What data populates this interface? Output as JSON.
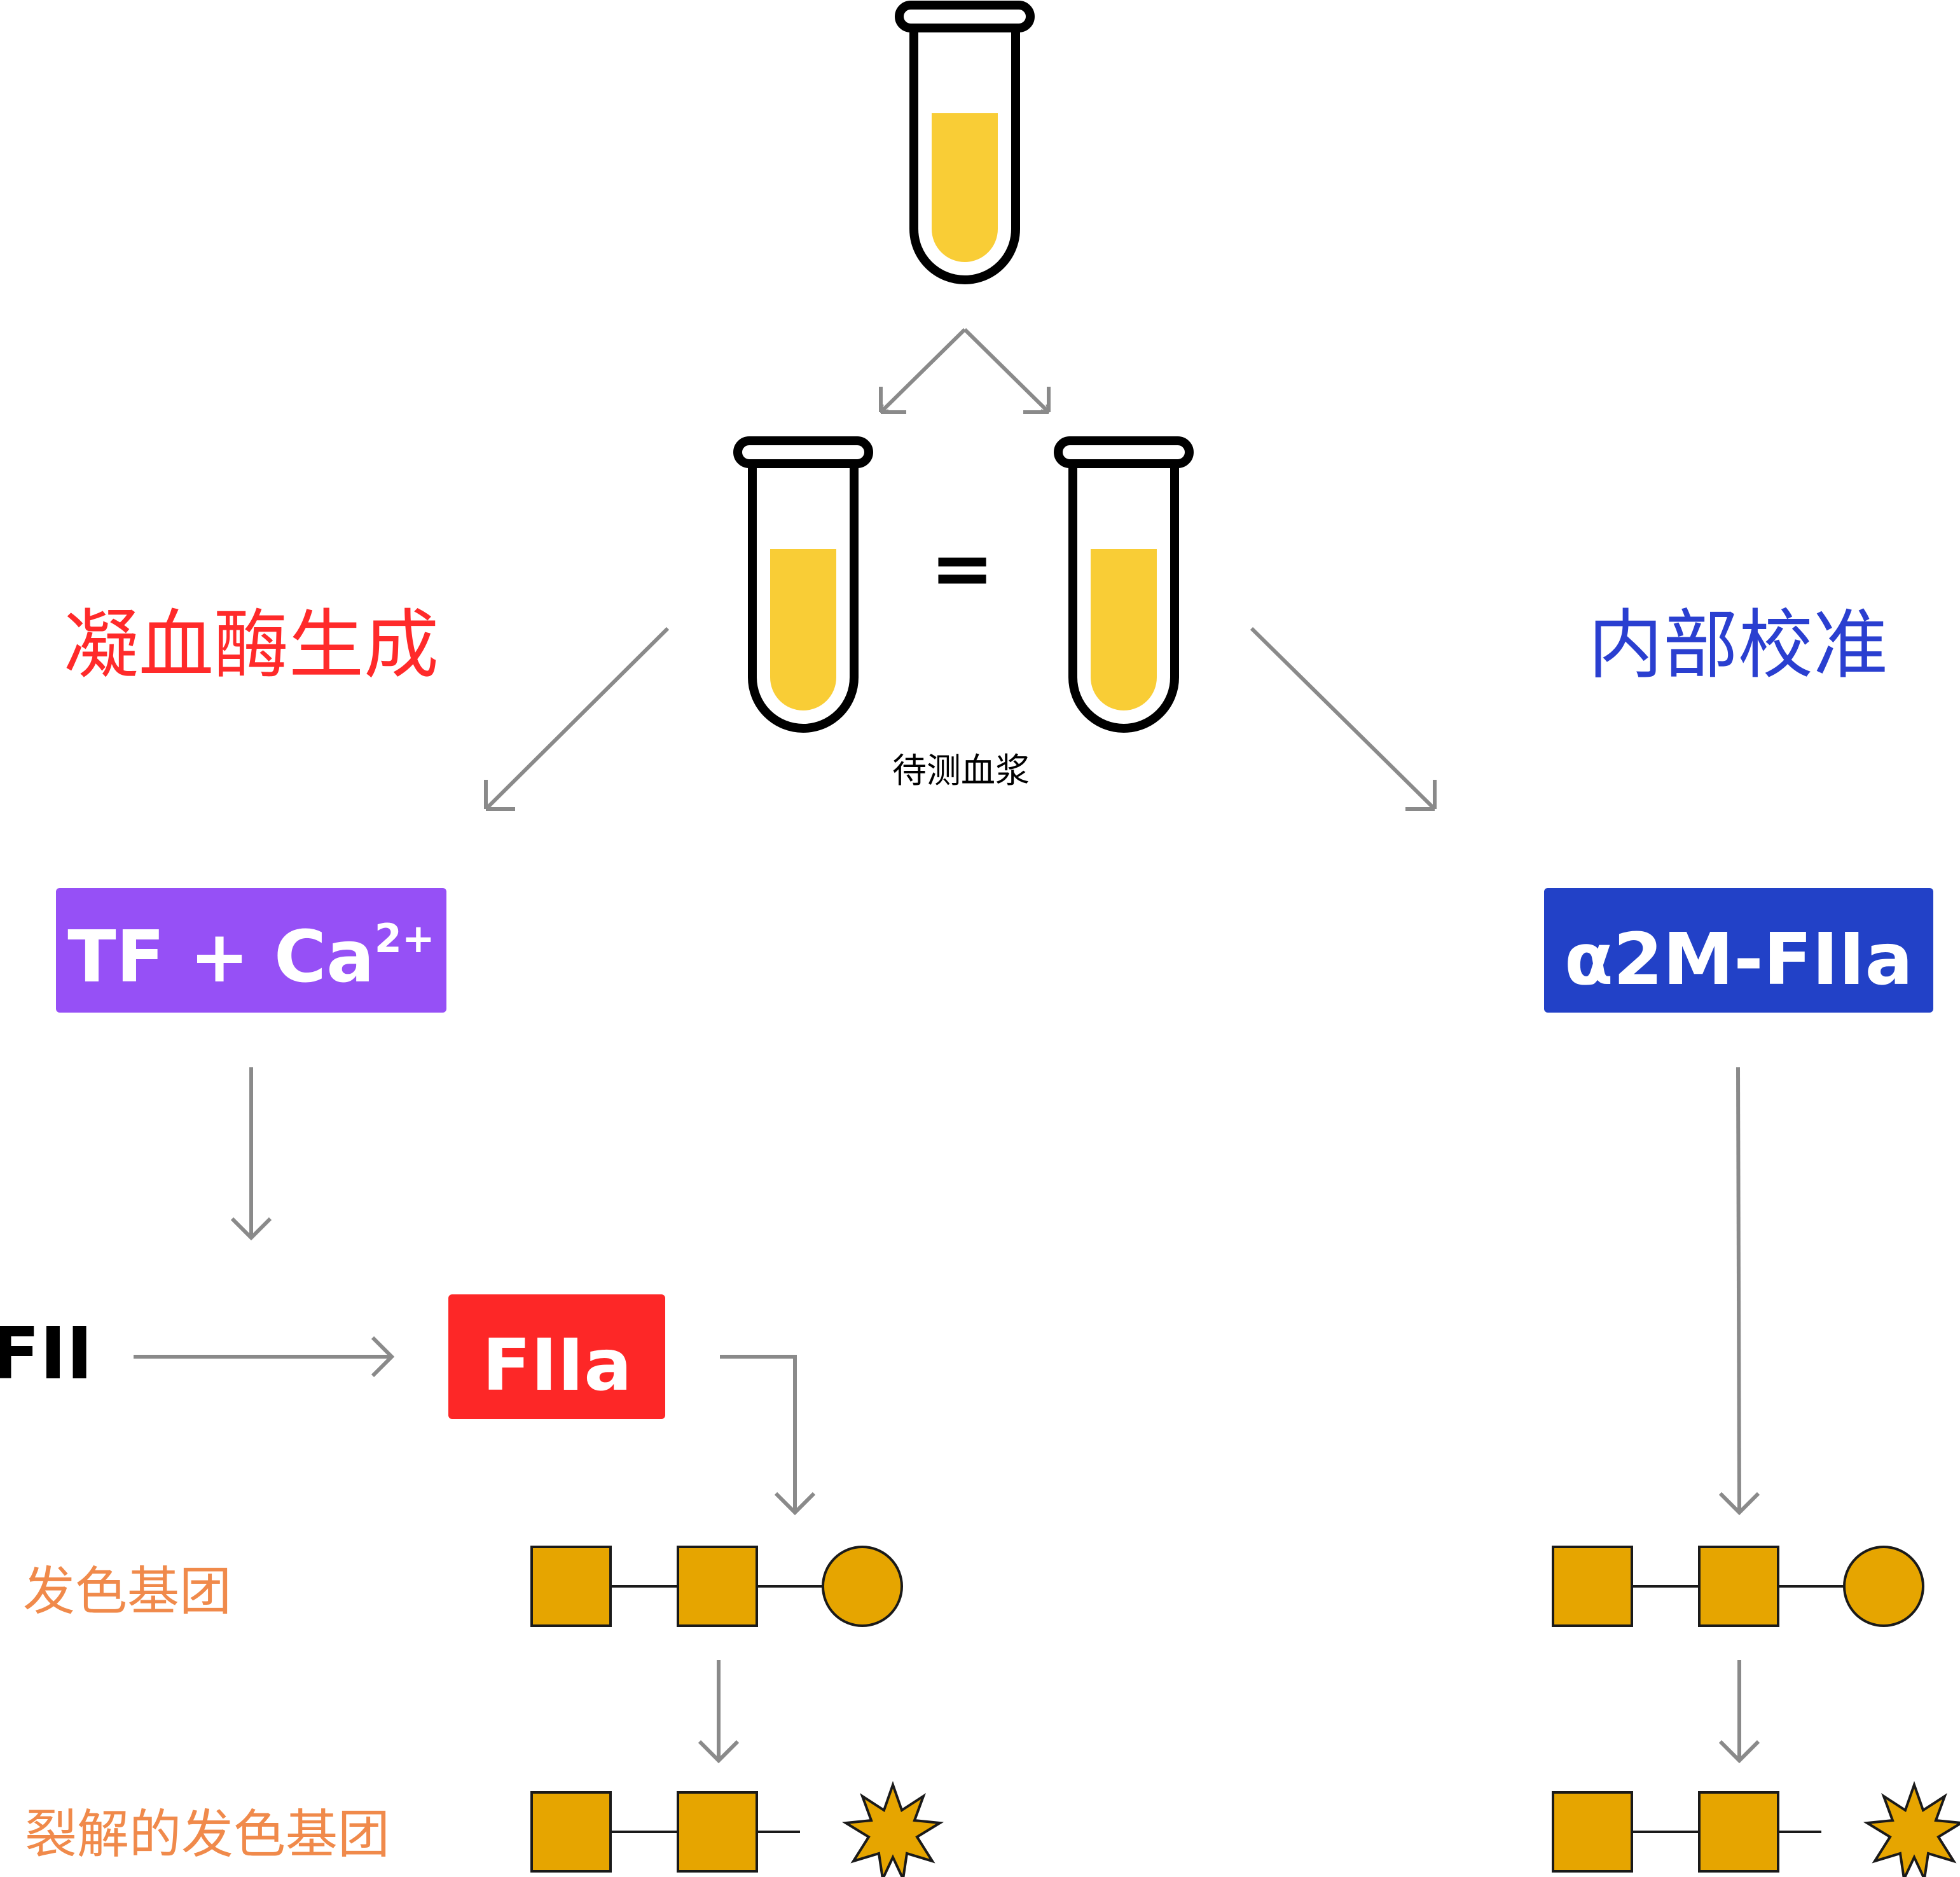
{
  "plasma_label": "待测血浆",
  "equals_sign": "=",
  "left_branch": {
    "title": "凝血酶生成",
    "reagent_box": {
      "text": "TF + Ca",
      "superscript": "2+",
      "color": "#9650f6"
    },
    "substrate": "FII",
    "enzyme_box": {
      "text": "FIIa",
      "color": "#fd2727"
    }
  },
  "right_branch": {
    "title": "内部校准",
    "calibrator_box": {
      "text": "α2M-FIIa",
      "color": "#2241c7"
    }
  },
  "chromophore_label": "发色基团",
  "cleaved_chromophore_label": "裂解的发色基团",
  "colors": {
    "plasma_fill": "#f9cd36",
    "chromophore_fill": "#e6a500",
    "arrow": "#8a8a8a",
    "left_title": "#ff2a2a",
    "right_title": "#2a3fd0",
    "chromophore_text": "#f08a4b"
  },
  "icons": [
    "test-tube-icon",
    "chromophore-square-icon",
    "chromophore-circle-icon",
    "released-chromophore-star-icon"
  ]
}
